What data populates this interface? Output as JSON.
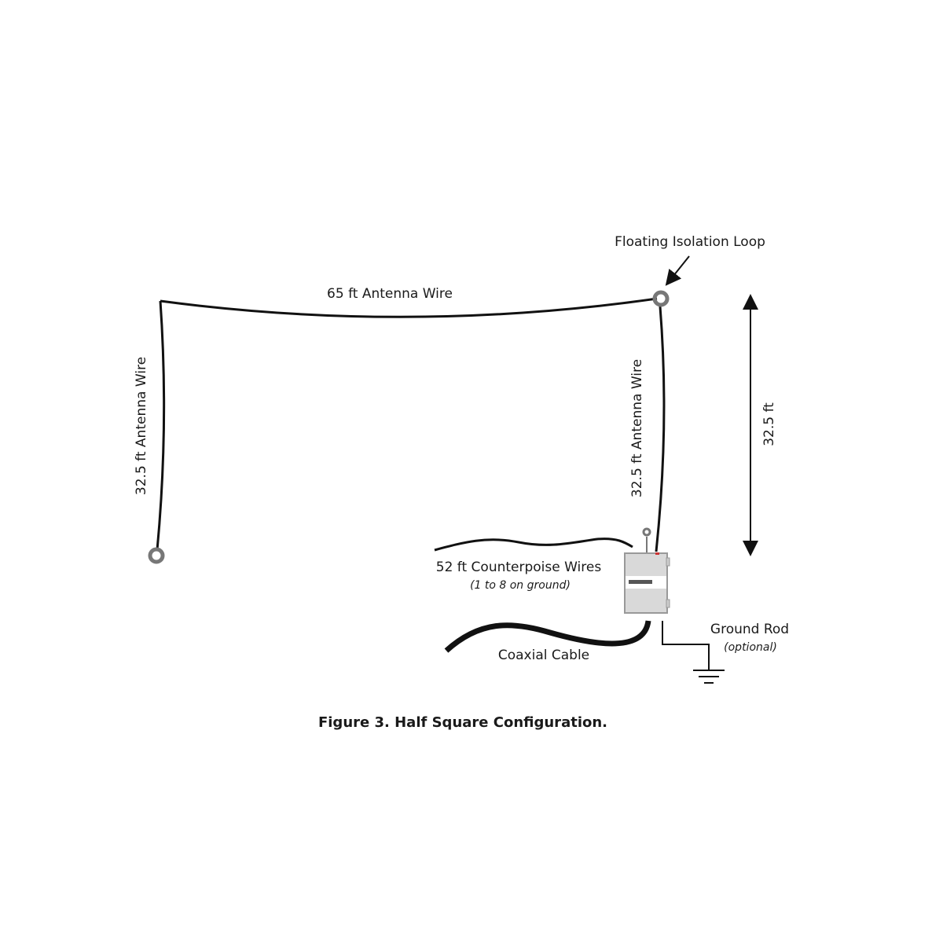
{
  "labels": {
    "top_wire": "65 ft Antenna Wire",
    "left_wire": "32.5 ft Antenna Wire",
    "right_wire": "32.5 ft Antenna Wire",
    "height_dimension": "32.5 ft",
    "floating_loop": "Floating Isolation Loop",
    "counterpoise": "52 ft Counterpoise Wires",
    "counterpoise_note": "(1 to 8 on ground)",
    "coax": "Coaxial Cable",
    "ground_rod": "Ground Rod",
    "ground_rod_note": "(optional)"
  },
  "caption": "Figure 3. Half Square Configuration.",
  "colors": {
    "wire": "#111111",
    "loop": "#777777",
    "box": "#d9d9d9"
  }
}
